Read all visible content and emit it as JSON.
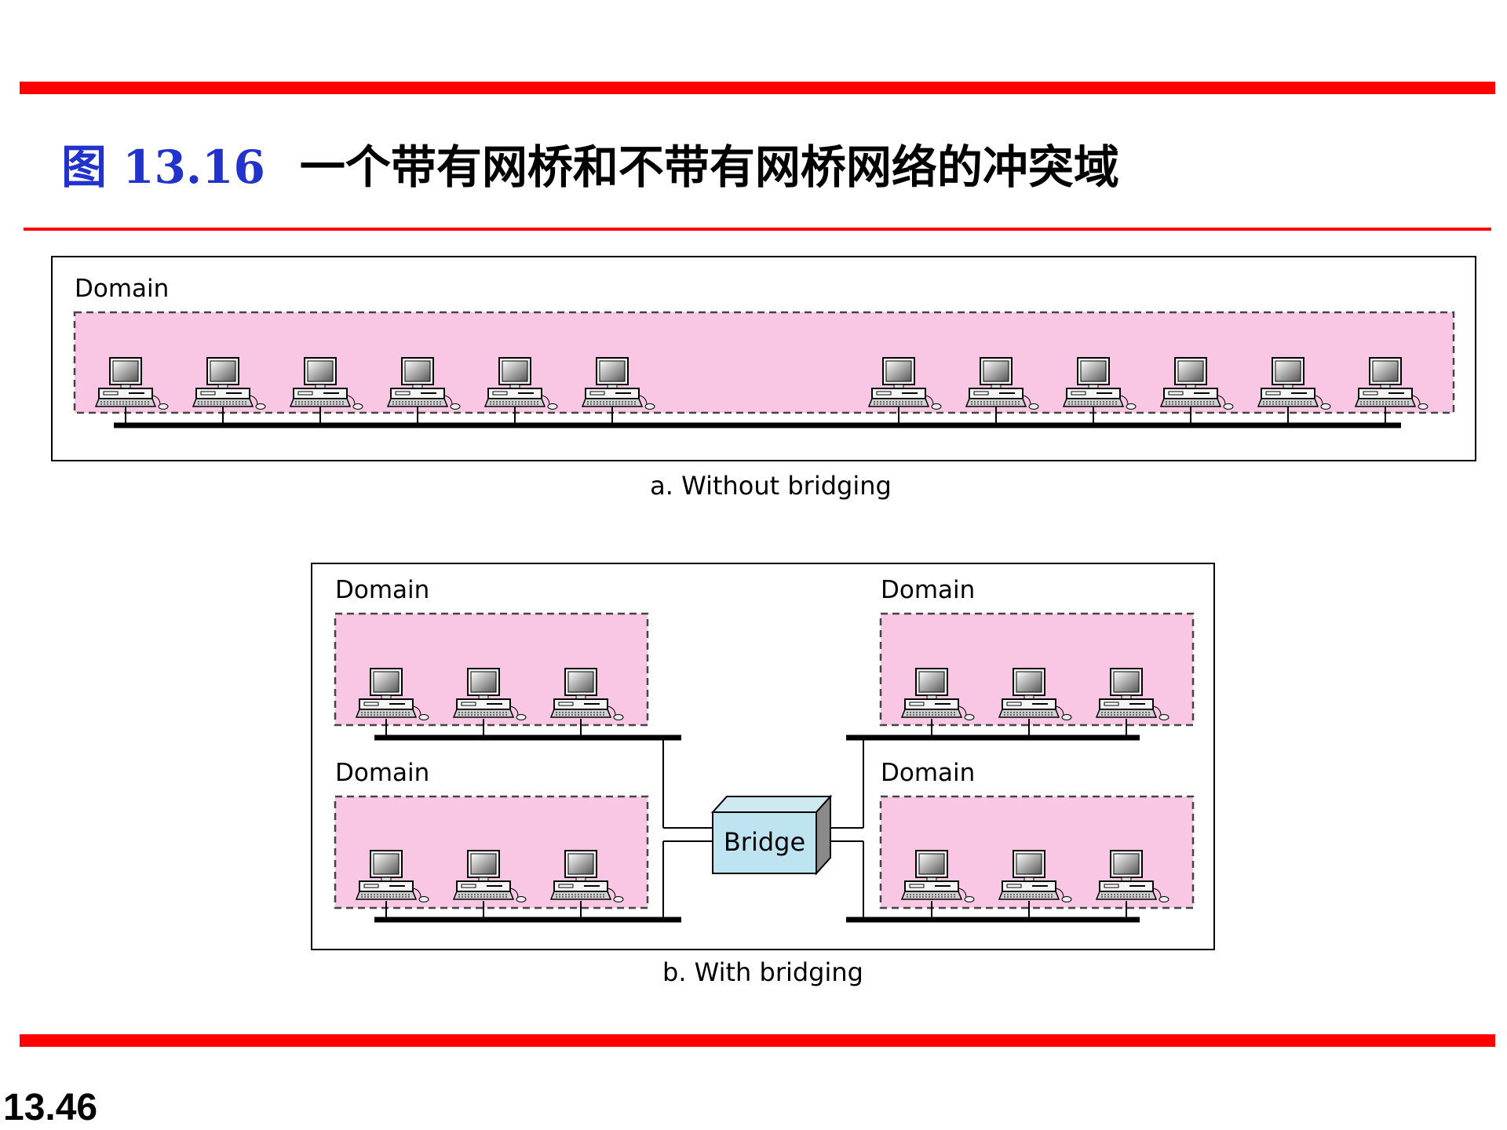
{
  "slide": {
    "figure_label": "图 13.16",
    "title": "一个带有网桥和不带有网桥网络的冲突域",
    "page_number": "13.46"
  },
  "diagram_a": {
    "domain_label": "Domain",
    "caption": "a. Without bridging",
    "left_group_stations": 6,
    "right_group_stations": 6
  },
  "diagram_b": {
    "domain_labels": [
      "Domain",
      "Domain",
      "Domain",
      "Domain"
    ],
    "bridge_label": "Bridge",
    "caption": "b. With bridging",
    "stations_per_domain": 3
  },
  "colors": {
    "accent_rule": "#ff0000",
    "figure_number": "#2233cc",
    "domain_fill": "#f9c7e3",
    "bridge_fill": "#bde4f0"
  },
  "icons": [
    "computer-icon",
    "bridge-icon"
  ]
}
